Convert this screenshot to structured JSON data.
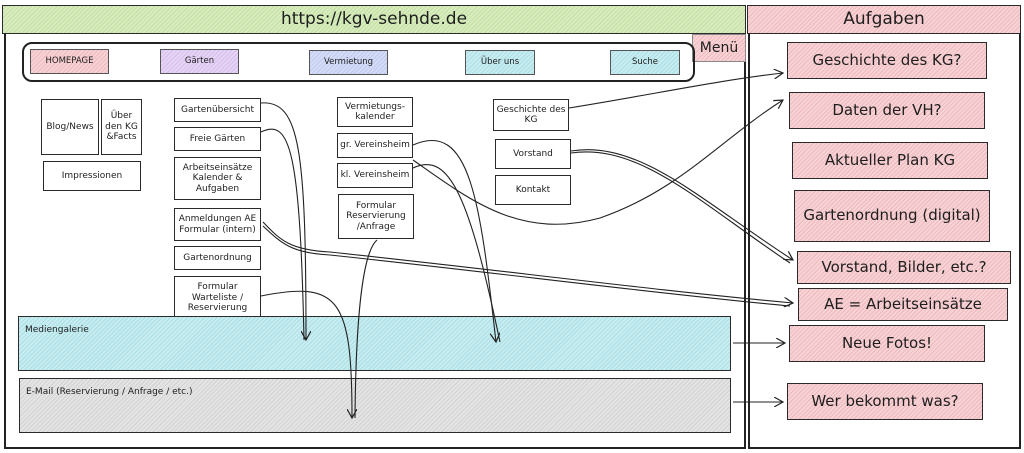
{
  "header": {
    "url": "https://kgv-sehnde.de",
    "tasks_title": "Aufgaben",
    "menu_tag": "Menü"
  },
  "nav": [
    {
      "label": "HOMEPAGE",
      "color": "#f4c6ca"
    },
    {
      "label": "Gärten",
      "color": "#e3cff2"
    },
    {
      "label": "Vermietung",
      "color": "#cdd5f4"
    },
    {
      "label": "Über uns",
      "color": "#bfe6ec"
    },
    {
      "label": "Suche",
      "color": "#bfe6ec"
    }
  ],
  "homepage_items": [
    "Blog/News",
    "Über den KG &Facts",
    "Impressionen"
  ],
  "gaerten_items": [
    "Gartenübersicht",
    "Freie Gärten",
    "Arbeitseinsätze Kalender & Aufgaben",
    "Anmeldungen AE Formular (intern)",
    "Gartenordnung",
    "Formular Warteliste / Reservierung"
  ],
  "vermietung_items": [
    "Vermietungs-kalender",
    "gr. Vereinsheim",
    "kl. Vereinsheim",
    "Formular Reservierung /Anfrage"
  ],
  "ueber_uns_items": [
    "Geschichte des KG",
    "Vorstand",
    "Kontakt"
  ],
  "sections": {
    "media": "Mediengalerie",
    "email": "E-Mail (Reservierung / Anfrage / etc.)"
  },
  "tasks": [
    "Geschichte des KG?",
    "Daten der VH?",
    "Aktueller Plan KG",
    "Gartenordnung (digital)",
    "Vorstand, Bilder, etc.?",
    "AE = Arbeitseinsätze",
    "Neue Fotos!",
    "Wer bekommt was?"
  ]
}
